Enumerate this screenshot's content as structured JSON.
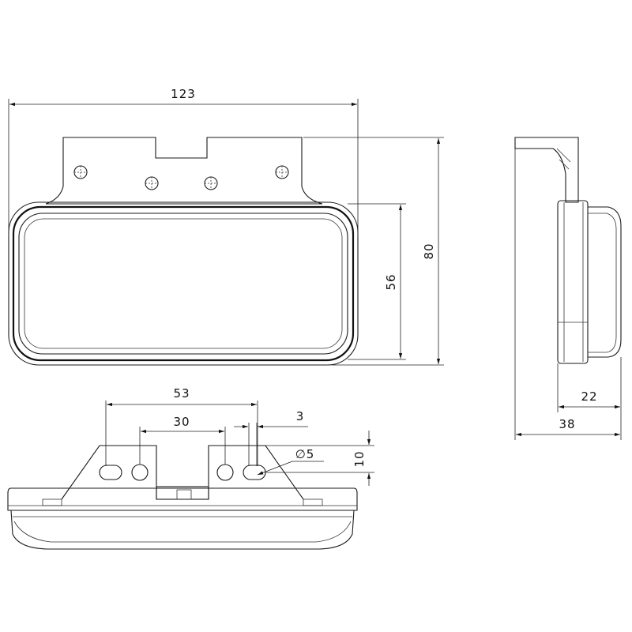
{
  "dimensions": {
    "width_total": "123",
    "height_total": "80",
    "lens_height": "56",
    "depth_lens": "22",
    "depth_total": "38",
    "hole_spacing_outer": "53",
    "hole_spacing_inner": "30",
    "slot_offset": "3",
    "hole_diameter": "∅5",
    "hole_height": "10"
  }
}
